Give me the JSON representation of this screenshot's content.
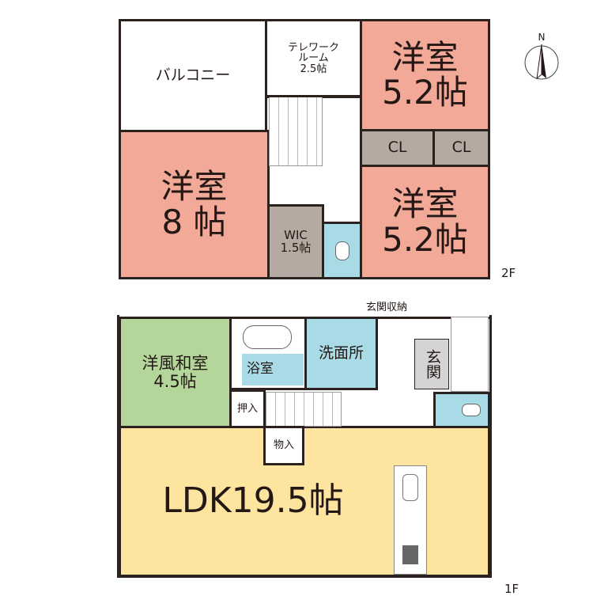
{
  "floor2": {
    "label": "2F",
    "balcony": "バルコニー",
    "telework": {
      "line1": "テレワーク",
      "line2": "ルーム",
      "size": "2.5帖"
    },
    "bedroom_ne": {
      "name": "洋室",
      "size": "5.2帖"
    },
    "closet1": "CL",
    "closet2": "CL",
    "bedroom_se": {
      "name": "洋室",
      "size": "5.2帖"
    },
    "bedroom_w": {
      "name": "洋室",
      "size": "8 帖"
    },
    "wic": {
      "name": "WIC",
      "size": "1.5帖"
    }
  },
  "floor1": {
    "label": "1F",
    "japanese_room": {
      "name": "洋風和室",
      "size": "4.5帖"
    },
    "bath": "浴室",
    "washroom": "洗面所",
    "entrance_storage": "玄関収納",
    "entrance": "玄関",
    "closet": "押入",
    "storage": "物入",
    "ldk": "LDK19.5帖"
  },
  "compass": "N",
  "colors": {
    "bedroom": "#f2a998",
    "storage": "#b5aaa2",
    "wet": "#a8dbe5",
    "japanese": "#b4d69b",
    "ldk": "#fde49f"
  }
}
